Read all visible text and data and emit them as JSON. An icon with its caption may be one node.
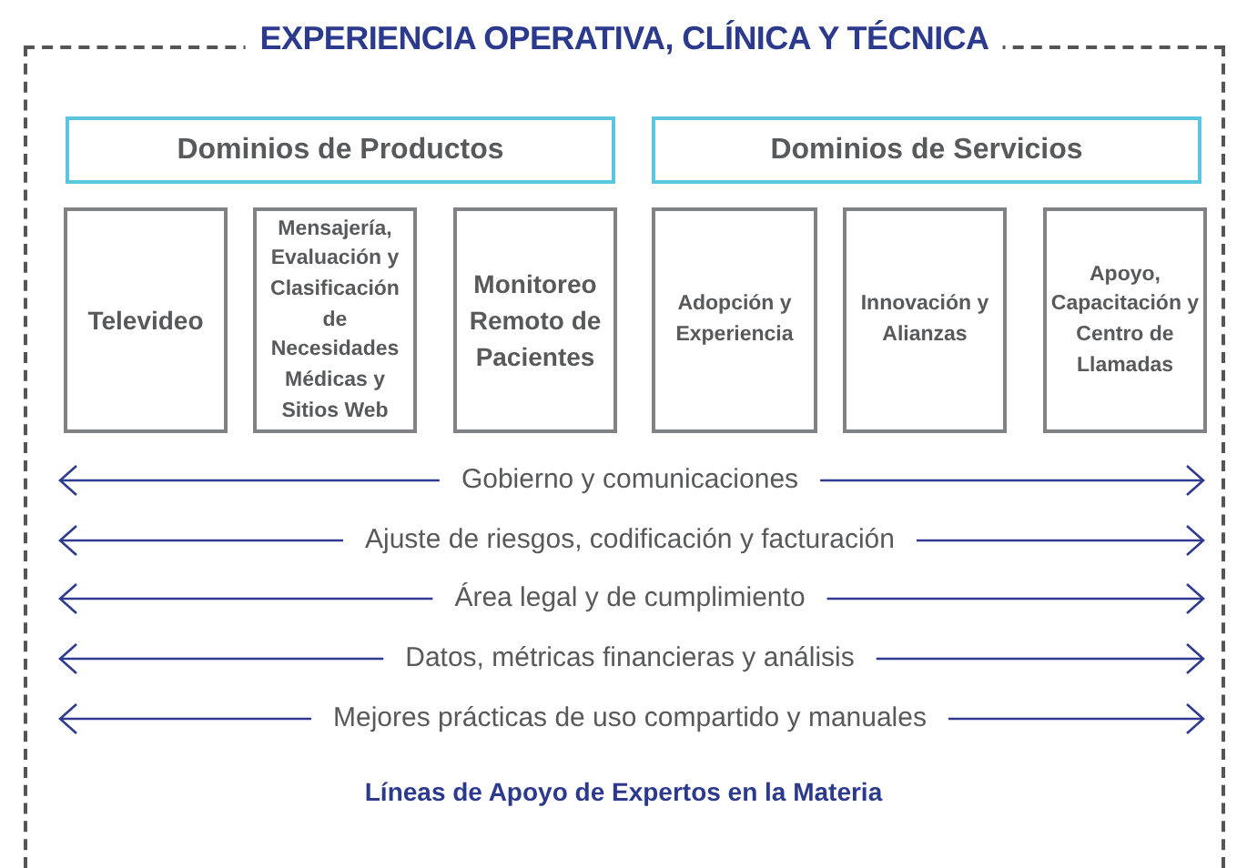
{
  "diagram": {
    "nodes": [
      {
        "text": [
          "EXPERIENCIA OPERATIVA, CLÍNICA Y TÉCNICA"
        ]
      },
      {
        "text": [
          "Dominios de Productos"
        ],
        "in": 0
      },
      {
        "text": [
          "Dominios de Servicios"
        ],
        "in": 0
      },
      {
        "text": [
          "Televideo"
        ],
        "in": 0
      },
      {
        "text": [
          "Mensajería, Evaluación y Clasificación de Necesidades Médicas y Sitios Web"
        ],
        "in": 0
      },
      {
        "text": [
          "Monitoreo Remoto de Pacientes"
        ],
        "in": 0
      },
      {
        "text": [
          "Adopción y Experiencia"
        ],
        "in": 0
      },
      {
        "text": [
          "Innovación y Alianzas"
        ],
        "in": 0
      },
      {
        "text": [
          "Apoyo, Capacitación y Centro de Llamadas"
        ],
        "in": 0
      }
    ],
    "labels": [
      "Gobierno y comunicaciones",
      "Ajuste de riesgos, codificación y facturación",
      "Área legal y de cumplimiento",
      "Datos, métricas financieras y análisis",
      "Mejores prácticas de uso compartido y manuales",
      "Líneas de Apoyo de Expertos en la Materia"
    ]
  }
}
